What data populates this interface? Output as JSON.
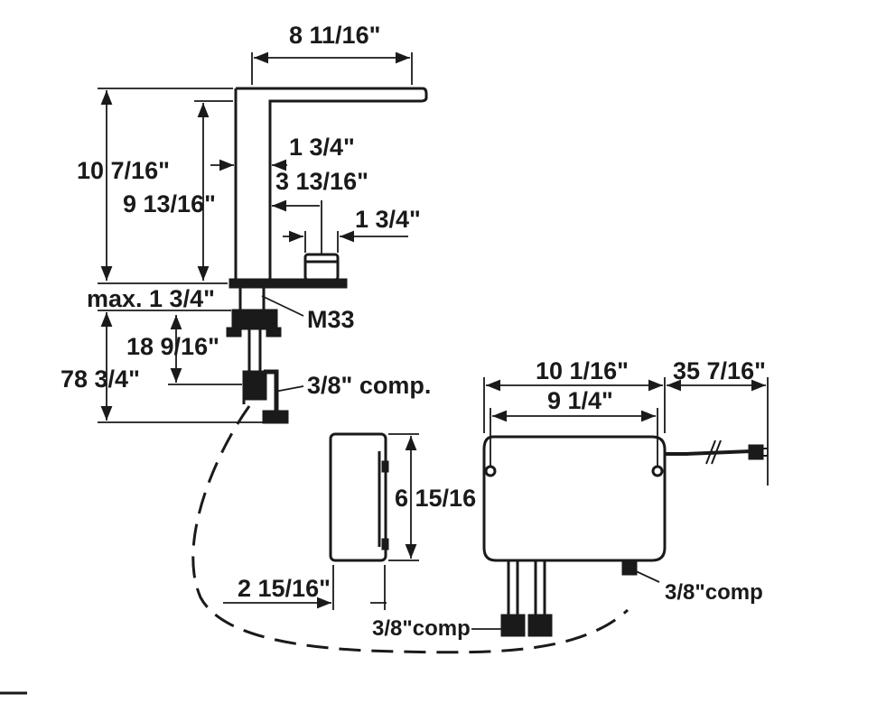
{
  "dimensions": {
    "spout_length": "8 11/16\"",
    "overall_height": "10 7/16\"",
    "spout_height": "9 13/16\"",
    "body_width": "1 3/4\"",
    "sensor_offset": "3 13/16\"",
    "sensor_width": "1 3/4\"",
    "deck_thickness": "max. 1 3/4\"",
    "thread": "M33",
    "supply_length": "18 9/16\"",
    "total_length": "78 3/4\"",
    "faucet_connection": "3/8\" comp.",
    "box_depth": "2 15/16\"",
    "box_height": "6 15/16",
    "box_width": "10 1/16\"",
    "mount_spacing": "9 1/4\"",
    "cord_length": "35 7/16\"",
    "box_outlet": "3/8\"comp",
    "supply_connection": "3/8\"comp"
  },
  "colors": {
    "ink": "#1a1a1a",
    "background": "#ffffff"
  }
}
